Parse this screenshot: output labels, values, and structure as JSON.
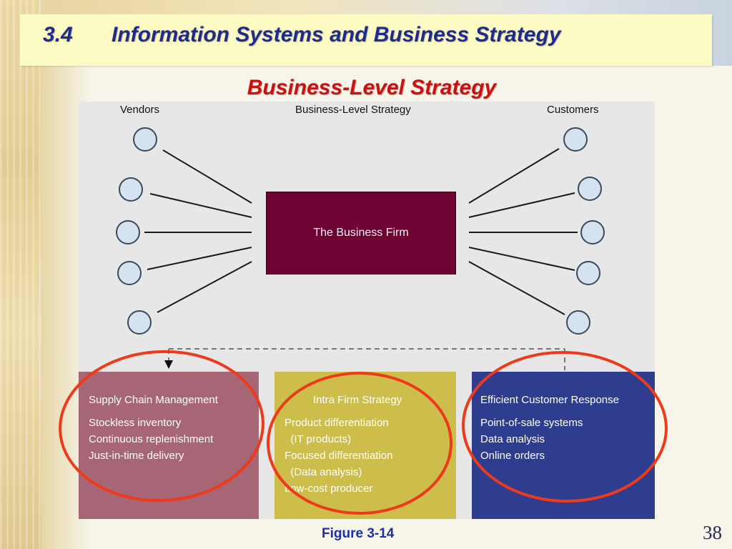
{
  "slide": {
    "number": "3.4",
    "title": "Information Systems and Business Strategy",
    "subtitle": "Business-Level Strategy",
    "figure_label": "Figure 3-14",
    "page_number": "38"
  },
  "diagram": {
    "vendors_label": "Vendors",
    "strategy_label": "Business-Level Strategy",
    "customers_label": "Customers",
    "firm_label": "The Business Firm",
    "vendor_count": 5,
    "customer_count": 5,
    "boxes": [
      {
        "title": "Supply Chain Management",
        "items": [
          "Stockless inventory",
          "Continuous replenishment",
          "Just-in-time delivery"
        ],
        "color": "#a76676"
      },
      {
        "title": "Intra Firm Strategy",
        "items": [
          "Product differentiation",
          "  (IT products)",
          "Focused differentiation",
          "  (Data analysis)",
          "Low-cost producer"
        ],
        "color": "#cdbd4a"
      },
      {
        "title": "Efficient Customer Response",
        "items": [
          "Point-of-sale systems",
          "Data analysis",
          "Online orders"
        ],
        "color": "#2e3d8e"
      }
    ],
    "firm_color": "#6e0232",
    "highlight_color": "#ee3a1a"
  }
}
